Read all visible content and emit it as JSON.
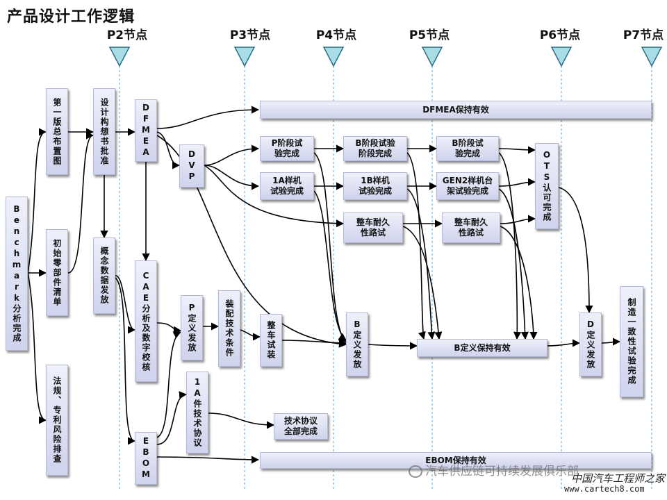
{
  "title": "产品设计工作逻辑",
  "phases": [
    "P2节点",
    "P3节点",
    "P4节点",
    "P5节点",
    "P6节点",
    "P7节点"
  ],
  "boxes": {
    "benchmark": "Benchmark分析完成",
    "first_layout": "第一版总布置图",
    "initial_parts": "初始零部件清单",
    "regulations": "法规、专利风险排查",
    "design_concept": "设计构想书批准",
    "concept_data": "概念数据发放",
    "dfmea": "DFMEA",
    "cae": "CAE分析及数字校核",
    "ebom": "EBOM",
    "dvp": "DVP",
    "p_release": "P定义发放",
    "one_a_agreement": "1A件技术协议",
    "assembly_conditions": "装配技术条件",
    "vehicle_trial": "整车试装",
    "tech_agreement_done": "技术协议\n全部完成",
    "p_stage_test": "P阶段试\n验完成",
    "one_a_sample": "1A样机\n试验完成",
    "b_stage_test_a": "B阶段试验\n阶段完成",
    "one_b_sample": "1B样机\n试验完成",
    "durability_a": "整车耐久\n性路试",
    "b_stage_test_b": "B阶段试\n验完成",
    "gen2_bench": "GEN2样机台\n架试验完成",
    "durability_b": "整车耐久\n性路试",
    "ots": "OTS认可完成",
    "b_release": "B定义发放",
    "b_hold": "B定义保持有效",
    "d_release": "D定义发放",
    "manufacturing": "制造一致性试验完成",
    "dfmea_bar": "DFMEA保持有效",
    "ebom_bar": "EBOM保持有效"
  },
  "watermarks": {
    "wechat": "汽车供应链可持续发展俱乐部",
    "site_cn": "中国汽车工程师之家",
    "site_url": "www.cartech8.com"
  },
  "colors": {
    "marker_fill": "#a8dde6",
    "marker_stroke": "#2f6e86",
    "guide_line": "#5fa4d6",
    "arrow": "#000000",
    "box_top": "#eef0fa",
    "box_bottom": "#cfd3ec"
  }
}
